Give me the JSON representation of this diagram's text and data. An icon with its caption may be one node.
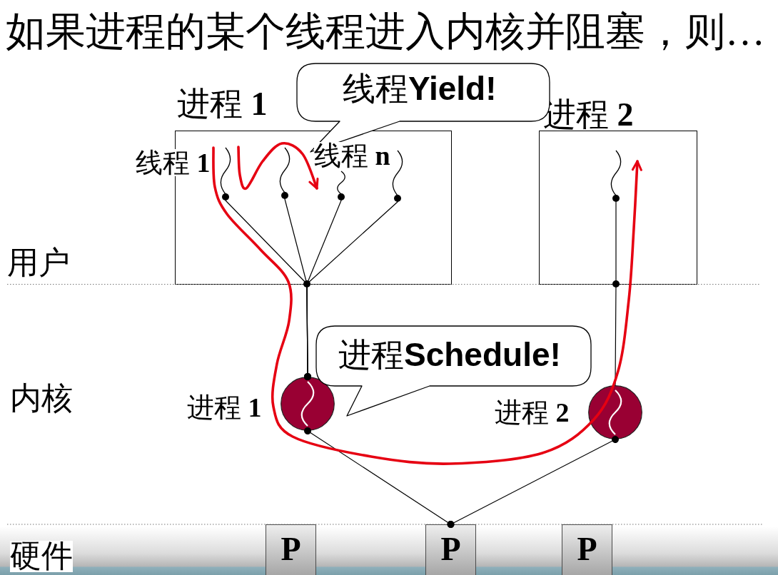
{
  "diagram": {
    "title": "如果进程的某个线程进入内核并阻塞，则…",
    "nodes": [
      {
        "text": [
          "线程**Yield!**"
        ]
      },
      {
        "text": [
          "进程 **1**"
        ]
      },
      {
        "text": [],
        "shape": "circle",
        "in": 1
      },
      {
        "text": [],
        "shape": "circle",
        "in": 1
      },
      {
        "text": [],
        "shape": "circle",
        "in": 1
      },
      {
        "text": [],
        "shape": "circle",
        "in": 1
      },
      {
        "text": [
          "进程 **2**"
        ]
      },
      {
        "text": [],
        "shape": "circle",
        "in": 6
      },
      {
        "text": [
          "进程**Schedule!**"
        ]
      },
      {
        "text": [
          "进程 **1**"
        ]
      },
      {
        "text": [
          "进程 **2**"
        ]
      },
      {
        "text": [
          "P"
        ]
      },
      {
        "text": [
          "P"
        ]
      },
      {
        "text": [
          "P"
        ]
      }
    ],
    "edges": [
      {
        "from": 2,
        "to": 9,
        "arrow": "other"
      },
      {
        "from": 3,
        "to": 9,
        "arrow": "other"
      },
      {
        "from": 4,
        "to": 9,
        "arrow": "other"
      },
      {
        "from": 5,
        "to": 9,
        "arrow": "other"
      },
      {
        "from": 7,
        "to": 10,
        "arrow": "none"
      },
      {
        "from": 9,
        "to": 12,
        "arrow": "other"
      },
      {
        "from": 10,
        "to": 12,
        "arrow": "other"
      }
    ],
    "labels": [
      "线程 **1**",
      "线程 **n**",
      "用户",
      "内核",
      "硬件"
    ]
  }
}
